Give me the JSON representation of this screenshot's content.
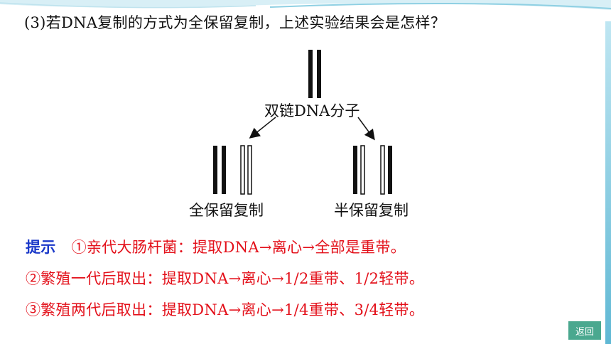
{
  "question": "(3)若DNA复制的方式为全保留复制，上述实验结果会是怎样？",
  "diagram": {
    "parent_label": "双链DNA分子",
    "left_label": "全保留复制",
    "right_label": "半保留复制"
  },
  "hint": {
    "label": "提示",
    "line1": "①亲代大肠杆菌：提取DNA→离心→全部是重带。",
    "line2": "②繁殖一代后取出：提取DNA→离心→1/2重带、1/2轻带。",
    "line3": "③繁殖两代后取出：提取DNA→离心→1/4重带、3/4轻带。"
  },
  "nav": {
    "back_label": "返回"
  },
  "colors": {
    "hint_text": "#e3101a",
    "hint_label": "#1b39c9",
    "back_button": "#4aa88f",
    "accent_bar": "#5fb8d4"
  }
}
